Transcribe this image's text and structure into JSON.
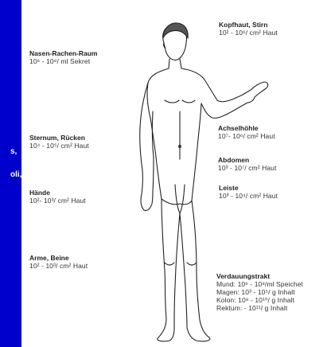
{
  "side_fragments": [
    "s,",
    "oli,"
  ],
  "colors": {
    "background": "#0000cc",
    "panel": "#ffffff",
    "ink": "#222222"
  },
  "labels": {
    "kopfhaut": {
      "title": "Kopfhaut, Stirn",
      "lines": [
        "10² - 10⁶/ cm² Haut"
      ]
    },
    "nasen": {
      "title": "Nasen-Rachen-Raum",
      "lines": [
        "10⁶ - 10⁸/ ml Sekret"
      ]
    },
    "achsel": {
      "title": "Achselhöhle",
      "lines": [
        "10⁷- 10⁶/ cm² Haut"
      ]
    },
    "sternum": {
      "title": "Sternum, Rücken",
      "lines": [
        "10⁴ - 10⁵/ cm² Haut"
      ]
    },
    "abdomen": {
      "title": "Abdomen",
      "lines": [
        "10³ - 10⁷/ cm² Haut"
      ]
    },
    "leiste": {
      "title": "Leiste",
      "lines": [
        "10³ - 10⁴/ cm² Haut"
      ]
    },
    "haende": {
      "title": "Hände",
      "lines": [
        "10²- 10³/ cm² Haut"
      ]
    },
    "arme": {
      "title": "Arme, Beine",
      "lines": [
        "10² - 10³/ cm² Haut"
      ]
    },
    "verdauung": {
      "title": "Verdauungstrakt",
      "lines": [
        "Mund: 10⁶ - 10⁸/ml Speichel",
        "Magen: 10³ - 10⁵/ g Inhalt",
        "Kolon: 10⁸ - 10¹⁰/ g Inhalt",
        "Rektum: - 10¹¹/ g Inhalt"
      ]
    }
  }
}
